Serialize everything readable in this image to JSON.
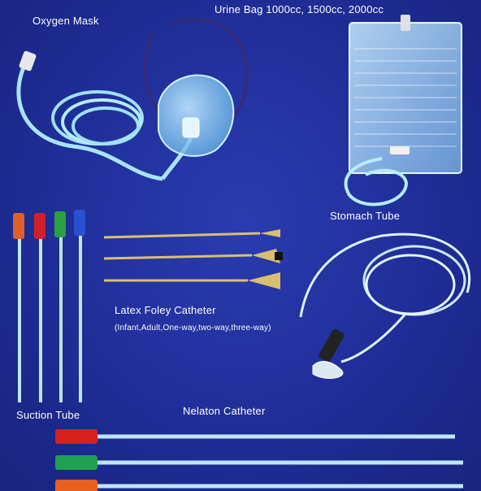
{
  "labels": {
    "oxygen_mask": "Oxygen Mask",
    "urine_bag": "Urine Bag 1000cc, 1500cc, 2000cc",
    "stomach_tube": "Stomach Tube",
    "latex_foley": "Latex Foley Catheter",
    "latex_foley_sub": "(Infant,Adult,One-way,two-way,three-way)",
    "suction_tube": "Suction Tube",
    "nelaton": "Nelaton Catheter"
  },
  "colors": {
    "background": "#1f2f9a",
    "tubing": "#9fe0f7",
    "latex": "#d8c070",
    "suction_connectors": [
      "#e0602a",
      "#d0202a",
      "#2aa040",
      "#2a50d0"
    ],
    "nelaton_connectors": [
      "#d82020",
      "#20a050",
      "#e86020"
    ]
  }
}
